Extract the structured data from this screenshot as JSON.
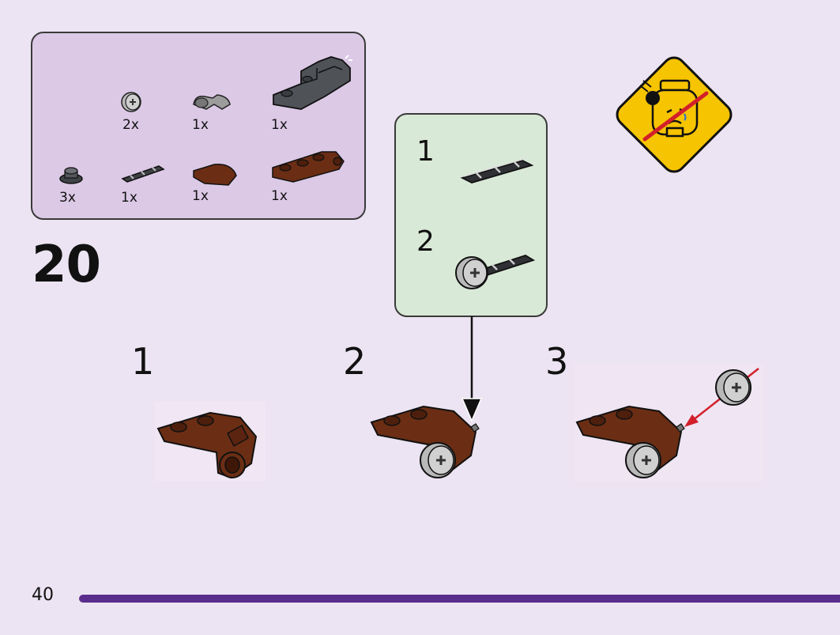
{
  "parts": [
    {
      "qty": "2x",
      "icon": "grey-wheel-icon"
    },
    {
      "qty": "1x",
      "icon": "grey-clip-icon"
    },
    {
      "qty": "1x",
      "icon": "dark-grey-mech-part-icon"
    },
    {
      "qty": "3x",
      "icon": "dark-grey-round-plate-icon"
    },
    {
      "qty": "1x",
      "icon": "axle-icon"
    },
    {
      "qty": "1x",
      "icon": "brown-curved-slope-icon"
    },
    {
      "qty": "1x",
      "icon": "brown-plate-with-pin-icon"
    }
  ],
  "step_number": "20",
  "subassembly": {
    "steps": [
      "1",
      "2"
    ]
  },
  "substeps": [
    "1",
    "2",
    "3"
  ],
  "page_number": "40",
  "colors": {
    "background": "#ece4f2",
    "parts_box": "#dcc9e6",
    "subassembly_box": "#d9e9d7",
    "brown": "#6b2e14",
    "warning_yellow": "#f6c400",
    "bar": "#5a2d8c",
    "arrow_red": "#d2202a"
  }
}
